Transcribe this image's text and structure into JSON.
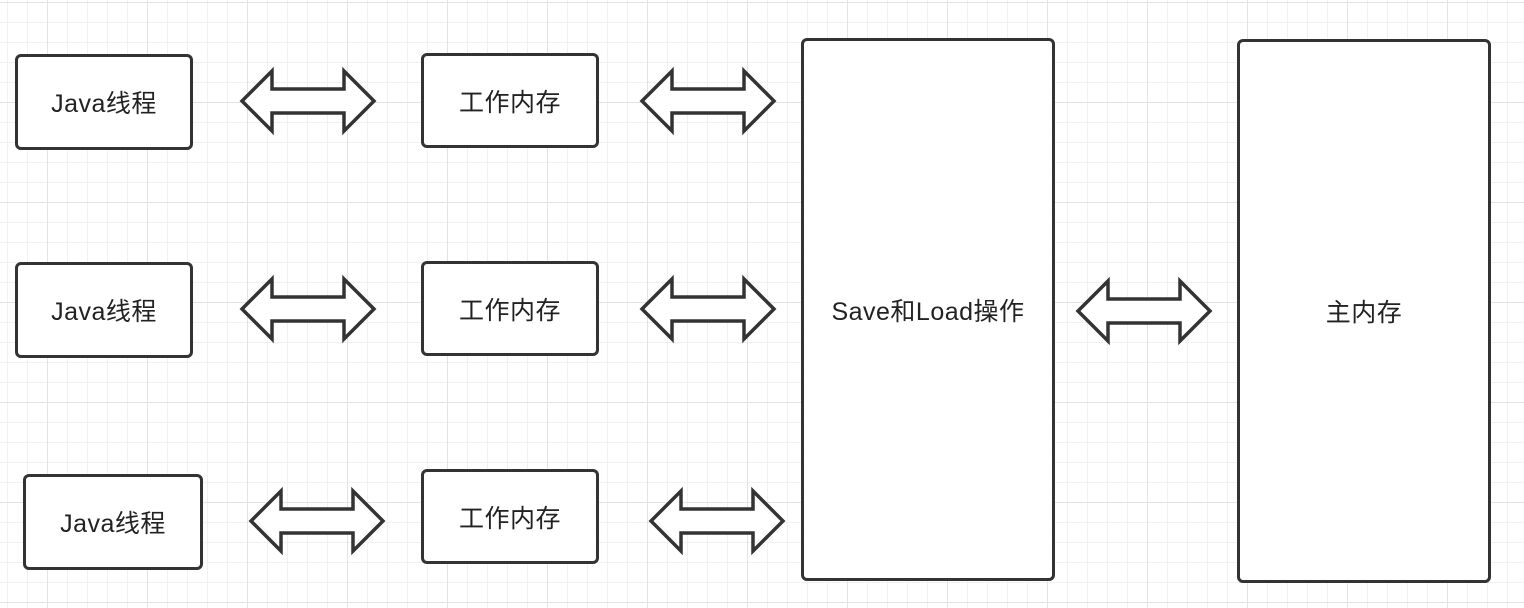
{
  "colors": {
    "stroke": "#333333",
    "text": "#222222",
    "node_fill": "#ffffff",
    "grid_major": "#e3e3e3",
    "grid_minor": "#f1f1f1"
  },
  "threads": [
    {
      "label": "Java线程"
    },
    {
      "label": "Java线程"
    },
    {
      "label": "Java线程"
    }
  ],
  "working_memories": [
    {
      "label": "工作内存"
    },
    {
      "label": "工作内存"
    },
    {
      "label": "工作内存"
    }
  ],
  "save_load": {
    "label": "Save和Load操作"
  },
  "main_memory": {
    "label": "主内存"
  },
  "arrow_icon": "double-headed-arrow"
}
